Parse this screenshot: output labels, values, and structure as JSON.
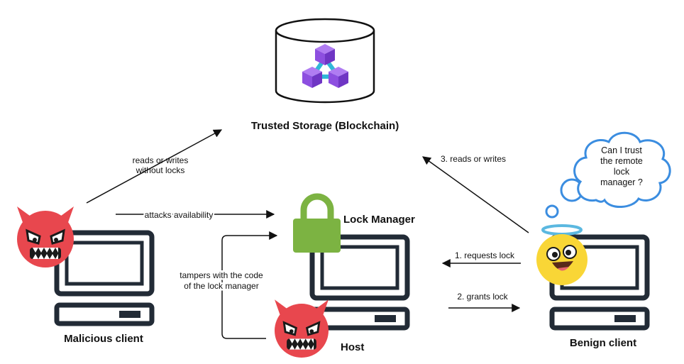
{
  "nodes": {
    "storage": {
      "label": "Trusted Storage (Blockchain)"
    },
    "lock_manager": {
      "label": "Lock Manager"
    },
    "host": {
      "label": "Host"
    },
    "malicious_client": {
      "label": "Malicious client"
    },
    "benign_client": {
      "label": "Benign client"
    }
  },
  "edges": {
    "malicious_to_storage": {
      "line1": "reads or writes",
      "line2": "without locks"
    },
    "attacks": {
      "label": "attacks availability"
    },
    "tampers": {
      "line1": "tampers with the code",
      "line2": "of the lock manager"
    },
    "requests": {
      "label": "1. requests lock"
    },
    "grants": {
      "label": "2. grants lock"
    },
    "benign_to_storage": {
      "label": "3. reads or writes"
    }
  },
  "thought": {
    "line1": "Can I trust",
    "line2": "the remote",
    "line3": "lock",
    "line4": "manager ?"
  },
  "colors": {
    "computer": "#222b36",
    "lock": "#7cb342",
    "devil": "#e8474e",
    "angel": "#f9d636",
    "halo": "#5bb8e0",
    "cloud_stroke": "#3b8de0",
    "cube": "#9b5de5",
    "ring": "#30b8d8"
  }
}
